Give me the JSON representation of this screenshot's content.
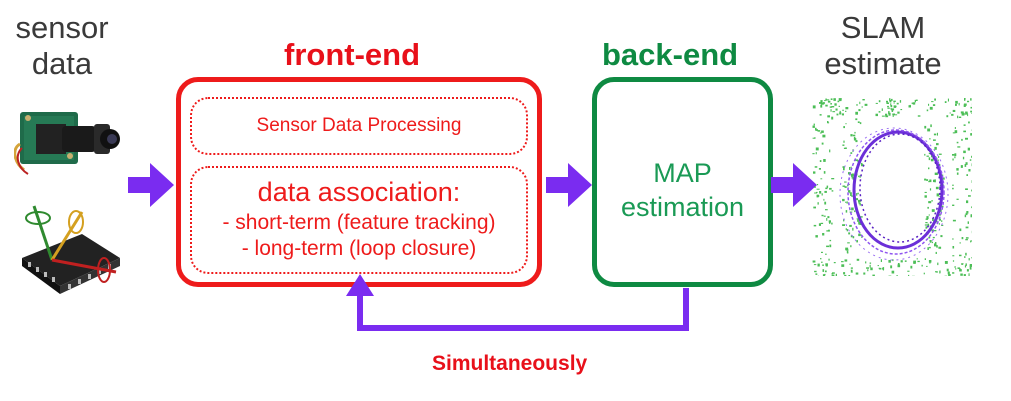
{
  "input": {
    "line1": "sensor",
    "line2": "data"
  },
  "output": {
    "line1": "SLAM",
    "line2": "estimate"
  },
  "front_end": {
    "title": "front-end",
    "processing": "Sensor Data Processing",
    "association_title": "data association:",
    "association_item1": "- short-term (feature tracking)",
    "association_item2": "- long-term (loop closure)"
  },
  "back_end": {
    "title": "back-end",
    "line1": "MAP",
    "line2": "estimation"
  },
  "feedback_caption": "Simultaneously",
  "colors": {
    "front_end": "#ee1b1b",
    "back_end": "#0e8a42",
    "arrow": "#7a2cf0",
    "estimate_points": "#2db33a",
    "estimate_trajectory": "#6b2fd8"
  },
  "icons": [
    "camera-module-icon",
    "imu-sensor-icon",
    "slam-map-icon"
  ]
}
